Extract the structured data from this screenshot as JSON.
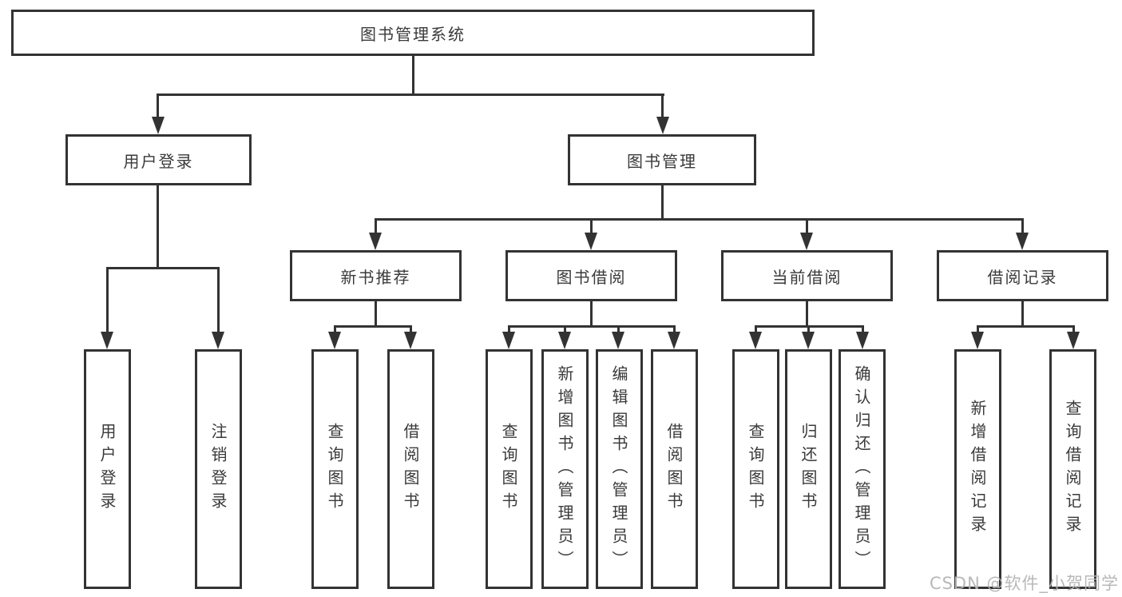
{
  "diagram": {
    "root": {
      "label": "图书管理系统"
    },
    "level2": [
      {
        "label": "用户登录"
      },
      {
        "label": "图书管理"
      }
    ],
    "level3": [
      {
        "label": "新书推荐"
      },
      {
        "label": "图书借阅"
      },
      {
        "label": "当前借阅"
      },
      {
        "label": "借阅记录"
      }
    ],
    "leaves": {
      "user_login": [
        "用户登录",
        "注销登录"
      ],
      "new_book": [
        "查询图书",
        "借阅图书"
      ],
      "book_borrow": [
        "查询图书",
        "新增图书（管理员）",
        "编辑图书（管理员）",
        "借阅图书"
      ],
      "current_borrow": [
        "查询图书",
        "归还图书",
        "确认归还（管理员）"
      ],
      "borrow_record": [
        "新增借阅记录",
        "查询借阅记录"
      ]
    },
    "colors": {
      "line": "#333333",
      "box_border": "#333333",
      "text": "#3a3a3a",
      "watermark": "#b5b5b5",
      "background": "#ffffff"
    },
    "watermark": "CSDN @软件_小贺同学"
  }
}
